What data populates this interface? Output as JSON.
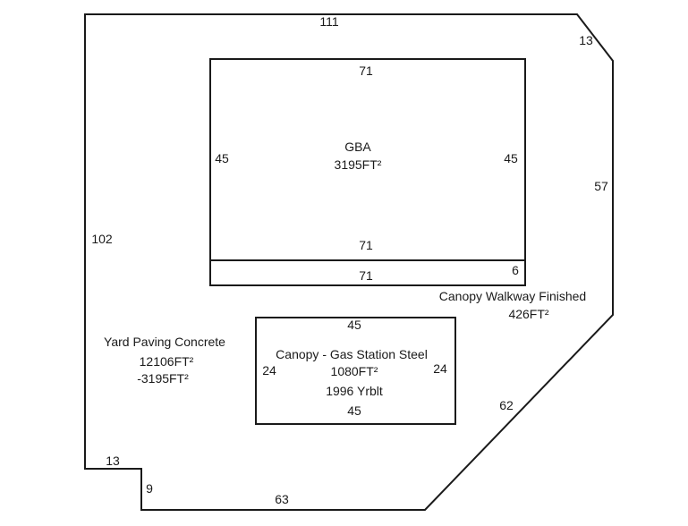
{
  "lot": {
    "name": "Yard Paving Concrete",
    "area": "12106FT²",
    "deduction": "-3195FT²",
    "dims": {
      "top": "111",
      "corner_top_right": "13",
      "right": "57",
      "diagonal": "62",
      "bottom": "63",
      "notch_vertical": "9",
      "notch_horizontal": "13",
      "left": "102"
    }
  },
  "gba": {
    "name": "GBA",
    "area": "3195FT²",
    "dims": {
      "top": "71",
      "left": "45",
      "right": "45",
      "bottom": "71"
    }
  },
  "walkway": {
    "name": "Canopy Walkway Finished",
    "area": "426FT²",
    "dims": {
      "length": "71",
      "depth": "6"
    }
  },
  "canopy": {
    "name": "Canopy - Gas Station Steel",
    "area": "1080FT²",
    "year": "1996 Yrblt",
    "dims": {
      "top": "45",
      "left": "24",
      "right": "24",
      "bottom": "45"
    }
  },
  "colors": {
    "line": "#1a1a1a",
    "background": "#ffffff"
  }
}
